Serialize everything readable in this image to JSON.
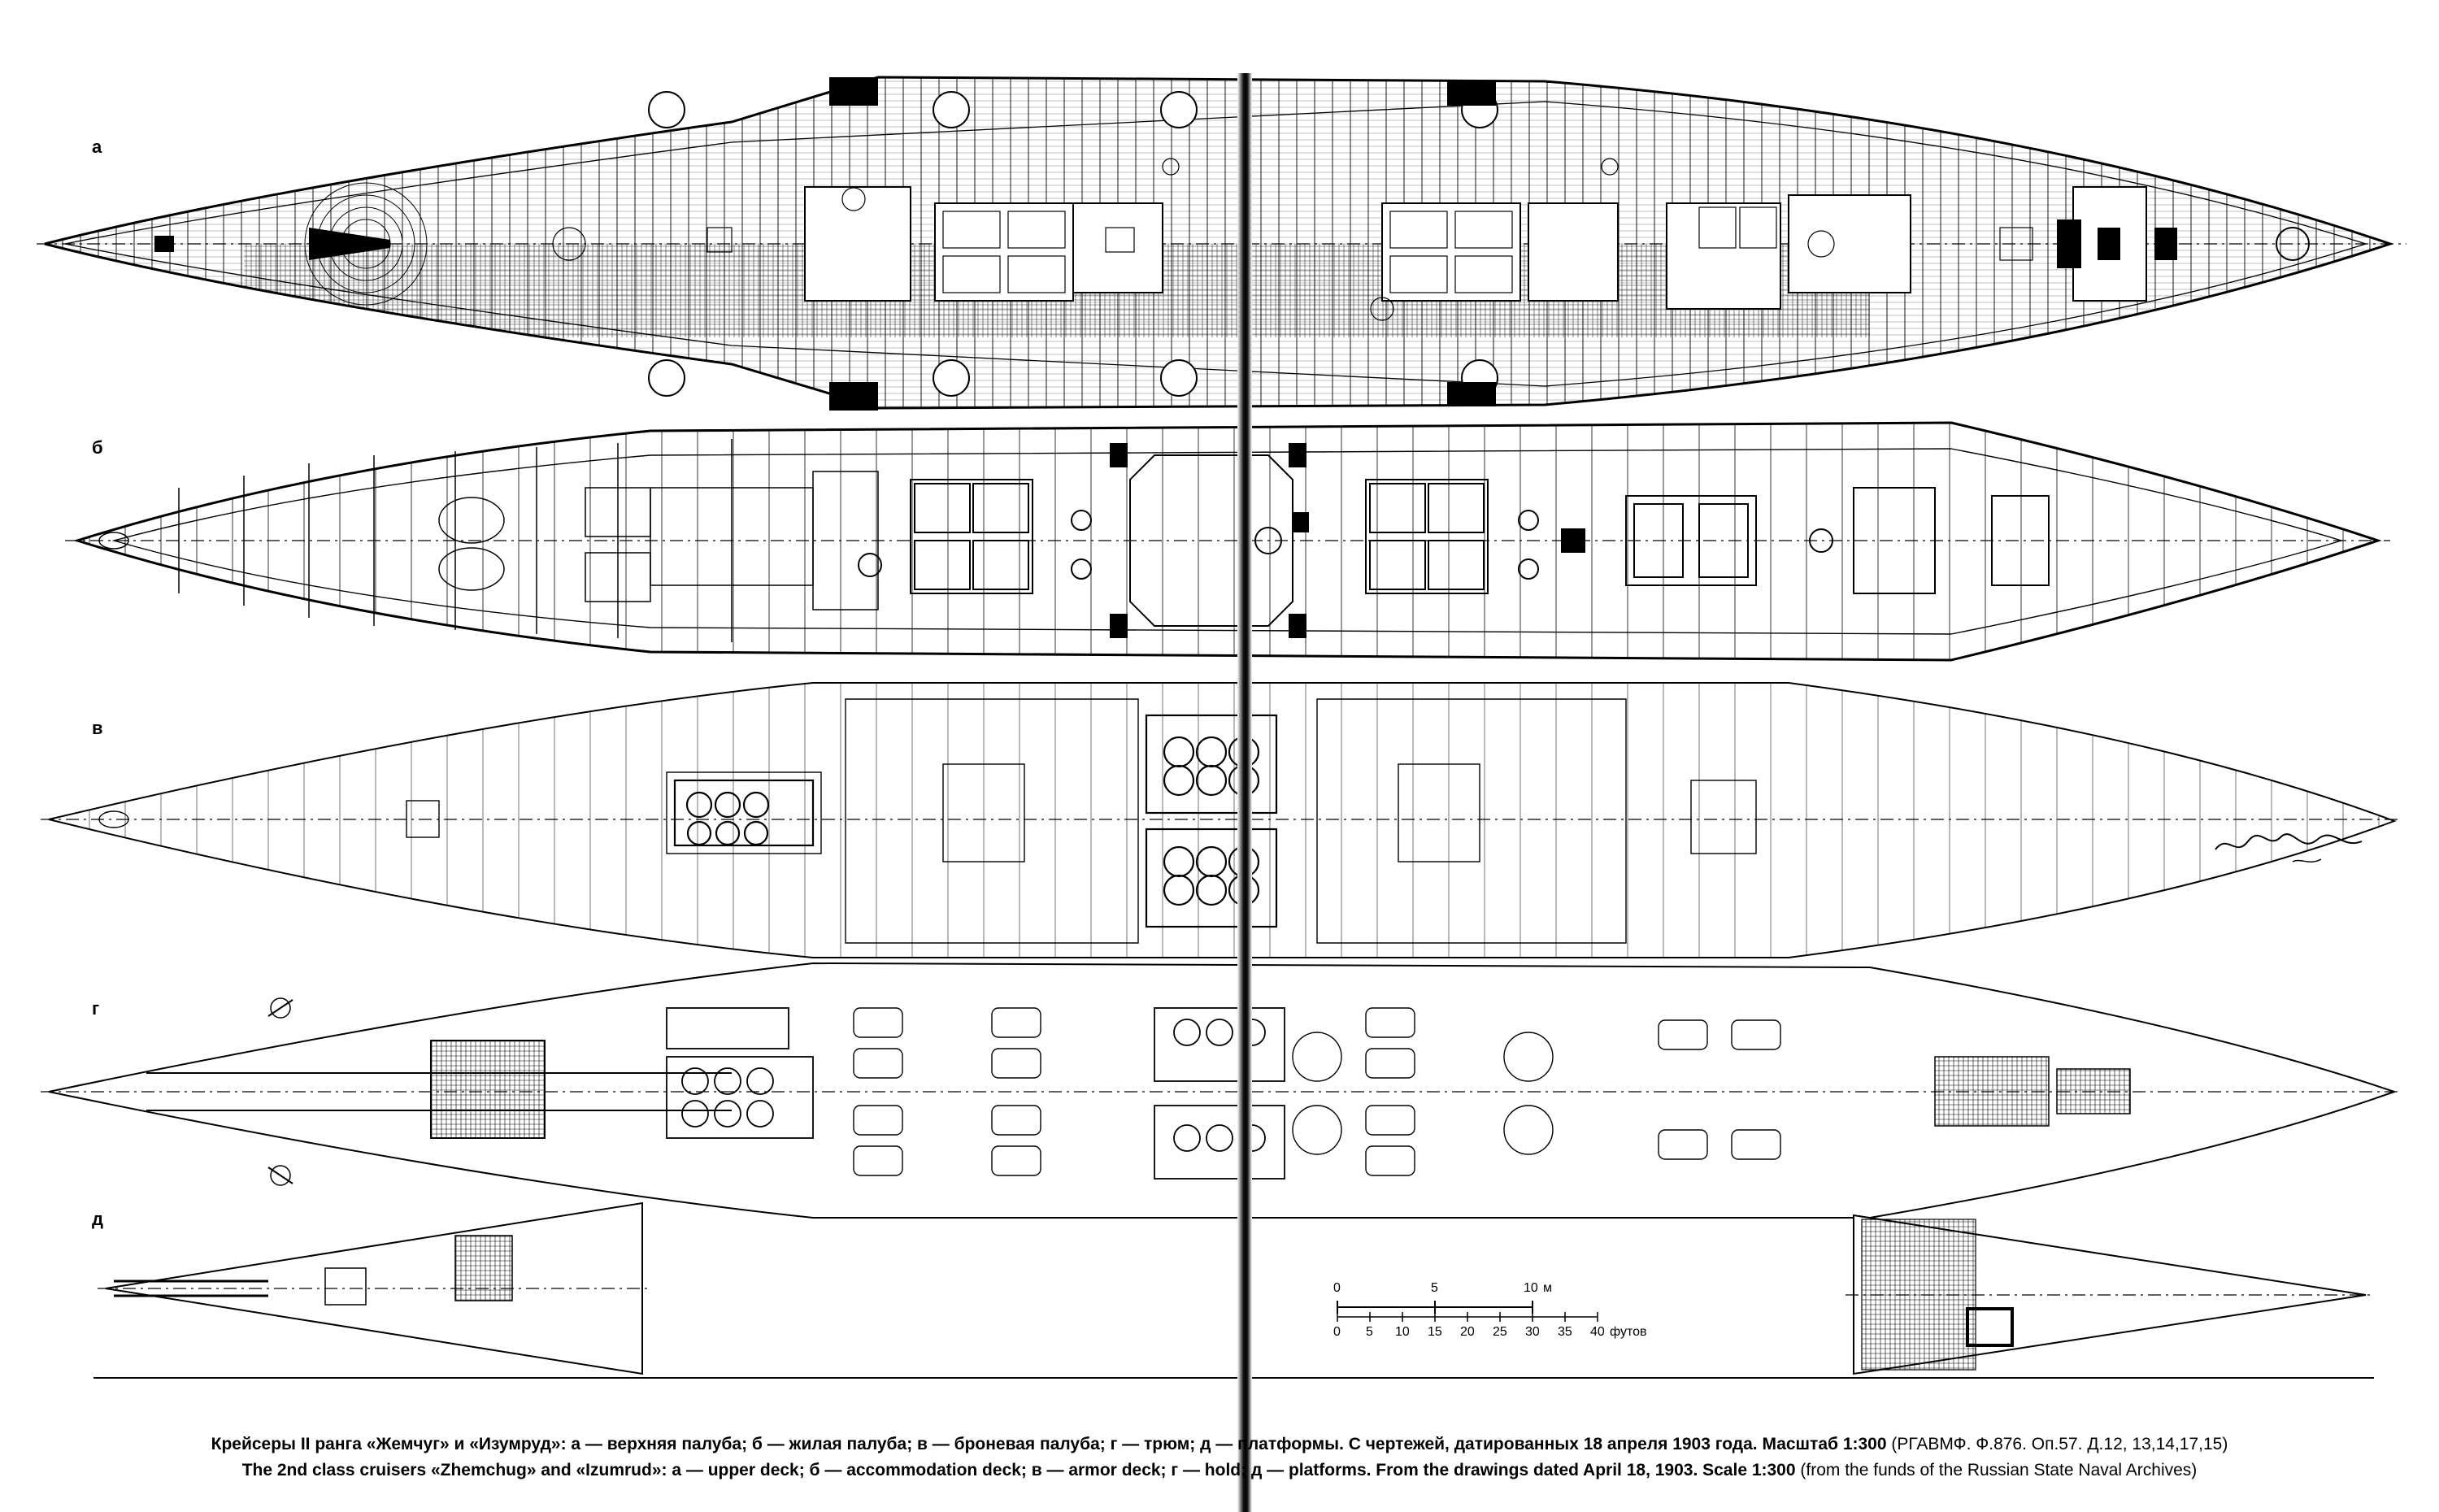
{
  "deck_labels": {
    "a": "а",
    "b": "б",
    "v": "в",
    "g": "г",
    "d": "д"
  },
  "scale_bar": {
    "meters": {
      "ticks": [
        "0",
        "5",
        "10"
      ],
      "unit": "м"
    },
    "feet": {
      "ticks": [
        "0",
        "5",
        "10",
        "15",
        "20",
        "25",
        "30",
        "35",
        "40"
      ],
      "unit": "футов"
    }
  },
  "caption": {
    "ru_bold": "Крейсеры II ранга «Жемчуг» и «Изумруд»: а — верхняя палуба; б — жилая палуба; в — броневая палуба; г — трюм; д — платформы. С чертежей, датированных 18 апреля 1903 года. Масштаб 1:300",
    "ru_source": "(РГАВМФ. Ф.876. Оп.57. Д.12, 13,14,17,15)",
    "en_bold": "The 2nd class cruisers «Zhemchug» and «Izumrud»: а — upper deck; б — accommodation deck; в — armor deck; г — hold; д — platforms. From the drawings dated April 18, 1903. Scale 1:300",
    "en_source": "(from the funds of the Russian State Naval Archives)"
  }
}
